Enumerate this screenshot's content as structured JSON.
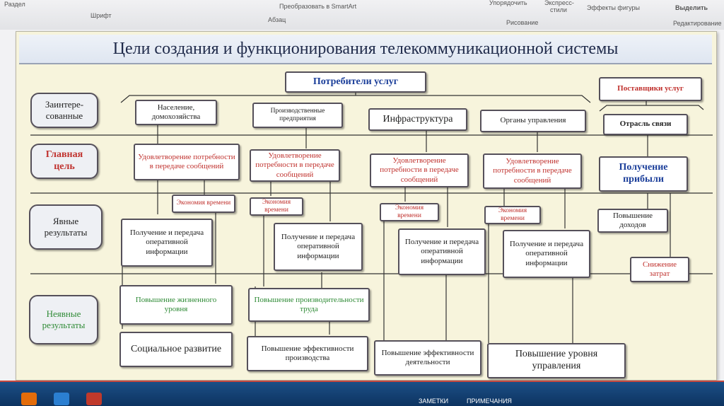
{
  "ribbon": {
    "section_label": "Раздел",
    "font_group": "Шрифт",
    "paragraph_group": "Абзац",
    "smartart": "Преобразовать в SmartArt",
    "arrange": "Упорядочить",
    "express_styles": "Экспресс-стили",
    "shape_effects": "Эффекты фигуры",
    "drawing_group": "Рисование",
    "select": "Выделить",
    "editing_group": "Редактирование"
  },
  "slide": {
    "title": "Цели создания и функционирования телекоммуникационной системы",
    "rows": {
      "interested": "Заинтере-сованные",
      "main_goal": "Главная цель",
      "explicit": "Явные результаты",
      "implicit": "Неявные результаты"
    },
    "consumers_header": "Потребители услуг",
    "providers_header": "Поставщики услуг",
    "consumers": [
      {
        "name": "Население, домохозяйства",
        "goal": "Удовлетворение потребности в передаче сообщений",
        "economy": "Экономия времени",
        "info": "Получение и передача оперативной информации",
        "implicit1": "Повышение жизненного уровня",
        "implicit2": "Социальное развитие"
      },
      {
        "name": "Производственные предприятия",
        "goal": "Удовлетворение потребности в передаче сообщений",
        "economy": "Экономия времени",
        "info": "Получение и передача оперативной информации",
        "implicit1": "Повышение производительности труда",
        "implicit2": "Повышение эффективности производства"
      },
      {
        "name": "Инфраструктура",
        "goal": "Удовлетворение потребности в передаче сообщений",
        "economy": "Экономия времени",
        "info": "Получение и передача оперативной информации",
        "implicit2": "Повышение эффективности деятельности"
      },
      {
        "name": "Органы управления",
        "goal": "Удовлетворение потребности в передаче сообщений",
        "economy": "Экономия времени",
        "info": "Получение и передача оперативной информации",
        "implicit2": "Повышение уровня управления"
      }
    ],
    "provider": {
      "name": "Отрасль связи",
      "goal": "Получение прибыли",
      "result1": "Повышение доходов",
      "result2": "Снижение затрат"
    }
  },
  "statusbar": {
    "notes": "ЗАМЕТКИ",
    "comments": "ПРИМЕЧАНИЯ"
  }
}
